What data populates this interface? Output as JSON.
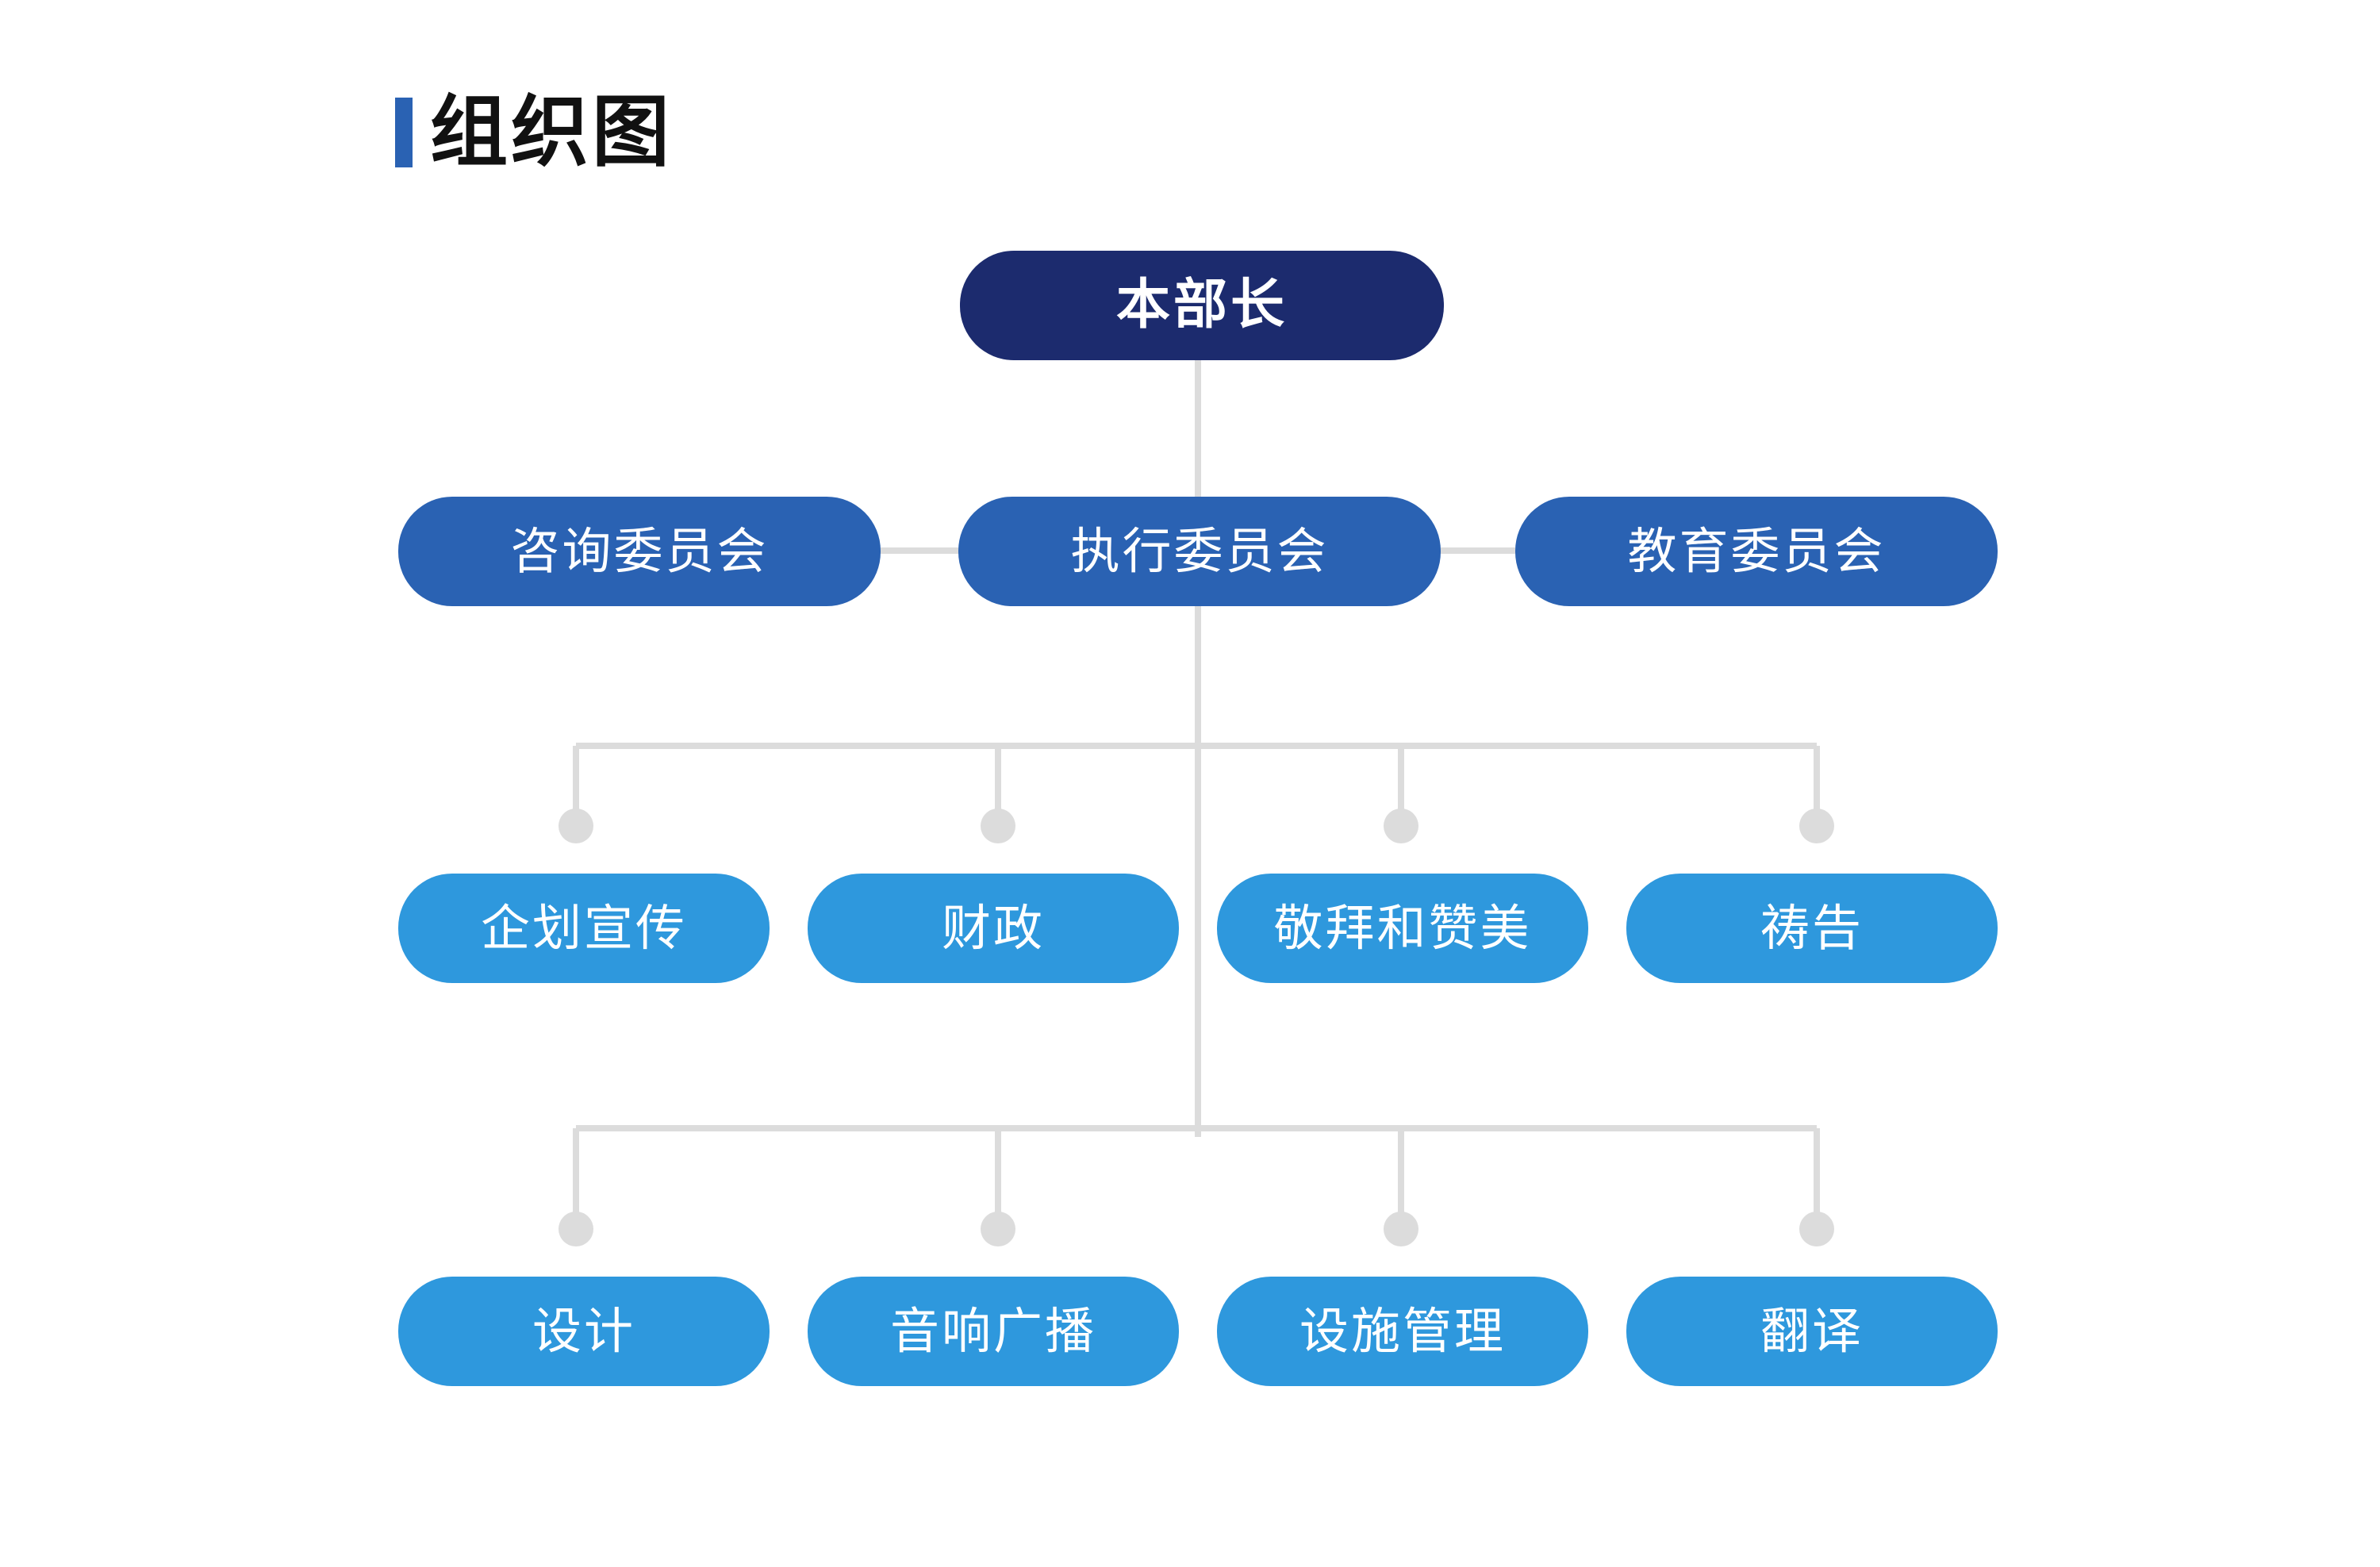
{
  "title": "组织图",
  "colors": {
    "accent": "#2a62b3",
    "head": "#1c2b6e",
    "committee": "#2a62b3",
    "department": "#2e98dd",
    "connector": "#dcdcdc"
  },
  "root": {
    "label": "本部长"
  },
  "committees": {
    "left": {
      "label": "咨询委员会"
    },
    "center": {
      "label": "执行委员会"
    },
    "right": {
      "label": "教育委员会"
    }
  },
  "departments_row1": [
    {
      "label": "企划宣传"
    },
    {
      "label": "财政"
    },
    {
      "label": "敬拜和赞美"
    },
    {
      "label": "祷告"
    }
  ],
  "departments_row2": [
    {
      "label": "设计"
    },
    {
      "label": "音响广播"
    },
    {
      "label": "设施管理"
    },
    {
      "label": "翻译"
    }
  ]
}
